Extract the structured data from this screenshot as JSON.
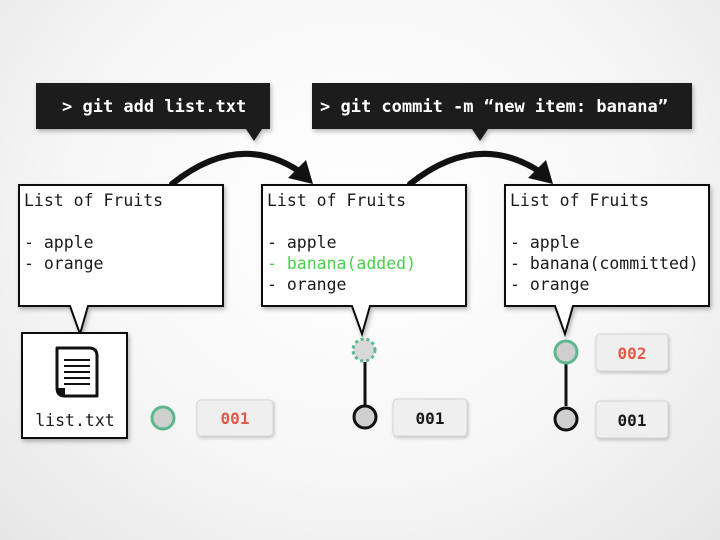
{
  "commands": [
    {
      "text": "> git add list.txt"
    },
    {
      "text": "> git commit -m  “new item: banana”"
    }
  ],
  "boxes": [
    {
      "title": "List of Fruits",
      "lines": [
        {
          "text": "- apple",
          "status": "normal"
        },
        {
          "text": "- orange",
          "status": "normal"
        }
      ]
    },
    {
      "title": "List of Fruits",
      "lines": [
        {
          "text": "- apple",
          "status": "normal"
        },
        {
          "text": "- banana(added)",
          "status": "added"
        },
        {
          "text": "- orange",
          "status": "normal"
        }
      ]
    },
    {
      "title": "List of Fruits",
      "lines": [
        {
          "text": "- apple",
          "status": "normal"
        },
        {
          "text": "- banana(committed)",
          "status": "normal"
        },
        {
          "text": "- orange",
          "status": "normal"
        }
      ]
    }
  ],
  "file": {
    "label": "list.txt",
    "icon": "document-icon"
  },
  "hashes": {
    "first": "001",
    "second": "001",
    "third_top": "002",
    "third_bottom": "001"
  },
  "colors": {
    "added_text": "#4cd04c",
    "new_hash": "#e05a4a",
    "node_ring": "#5cb88c",
    "command_bg": "#1c1c1c"
  }
}
